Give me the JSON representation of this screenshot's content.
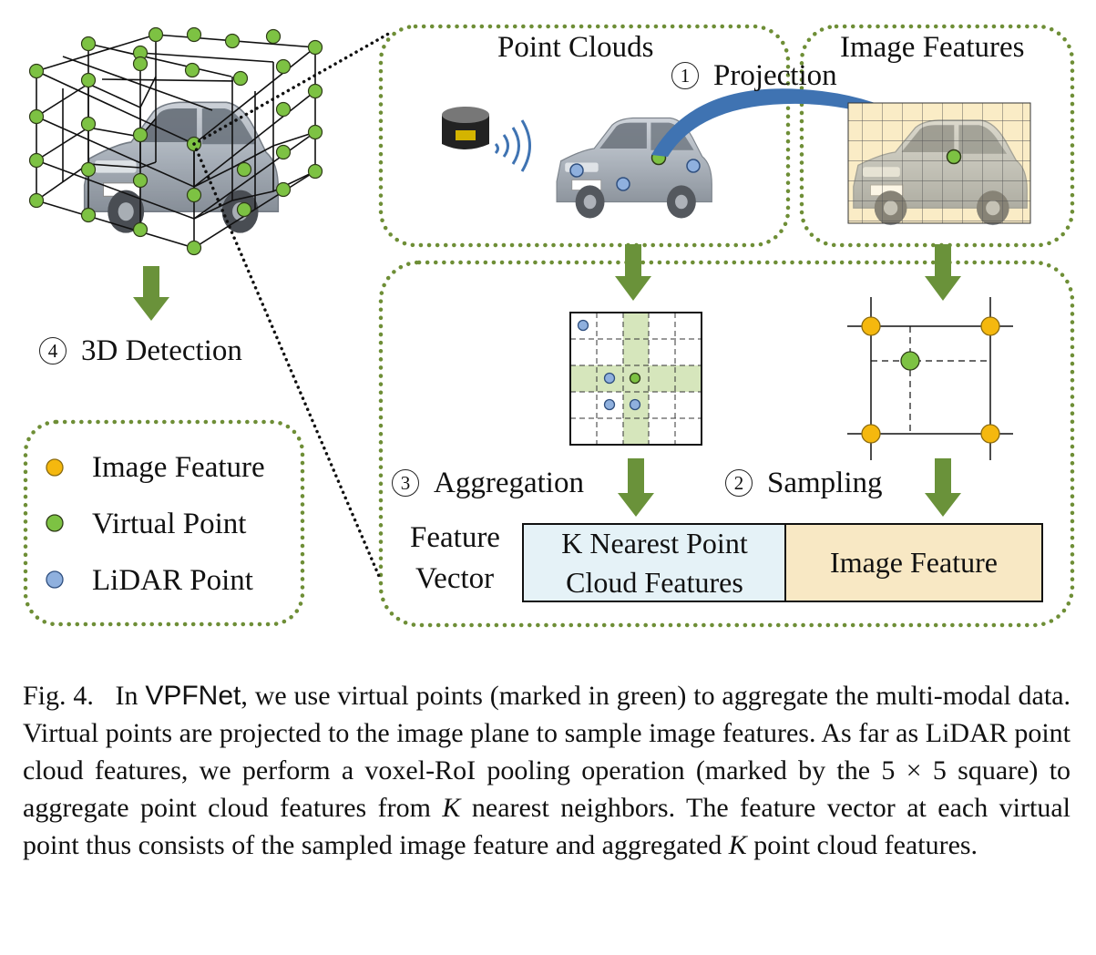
{
  "labels": {
    "point_clouds": "Point Clouds",
    "image_features": "Image Features",
    "projection": "Projection",
    "projection_num": "1",
    "sampling": "Sampling",
    "sampling_num": "2",
    "aggregation": "Aggregation",
    "aggregation_num": "3",
    "detection": "3D Detection",
    "detection_num": "4",
    "feature_vector_line1": "Feature",
    "feature_vector_line2": "Vector",
    "knn_line1": "K Nearest Point",
    "knn_line2": "Cloud Features",
    "image_feature_box": "Image Feature"
  },
  "legend": [
    {
      "label": "Image Feature",
      "color": "#f5b80e",
      "icon": "orange-dot"
    },
    {
      "label": "Virtual Point",
      "color": "#7dc243",
      "icon": "green-dot"
    },
    {
      "label": "LiDAR Point",
      "color": "#8fb0de",
      "icon": "blue-dot"
    }
  ],
  "colors": {
    "dotted_border": "#6e8e36",
    "arrow": "#6a923a",
    "virtual_point": "#7dc243",
    "image_feature": "#f5b80e",
    "lidar_point": "#8fb0de",
    "projection_arrow": "#3f73b2",
    "knn_box_fill": "#e5f2f7",
    "image_box_fill": "#f8e8c4",
    "grid_highlight": "#d6e6bc"
  },
  "caption": {
    "fig_label": "Fig. 4.",
    "in": "In",
    "model": "VPFNet",
    "part1": ", we use virtual points (marked in green) to aggregate the multi-modal data. Virtual points are projected to the image plane to sample image features. As far as LiDAR point cloud features, we perform a voxel-RoI pooling operation (marked by the",
    "math_square": "5 × 5",
    "part2": "square) to aggregate point cloud features from",
    "k1": "K",
    "part3": "nearest neighbors. The feature vector at each virtual point thus consists of the sampled image feature and aggregated",
    "k2": "K",
    "part4": "point cloud features."
  }
}
